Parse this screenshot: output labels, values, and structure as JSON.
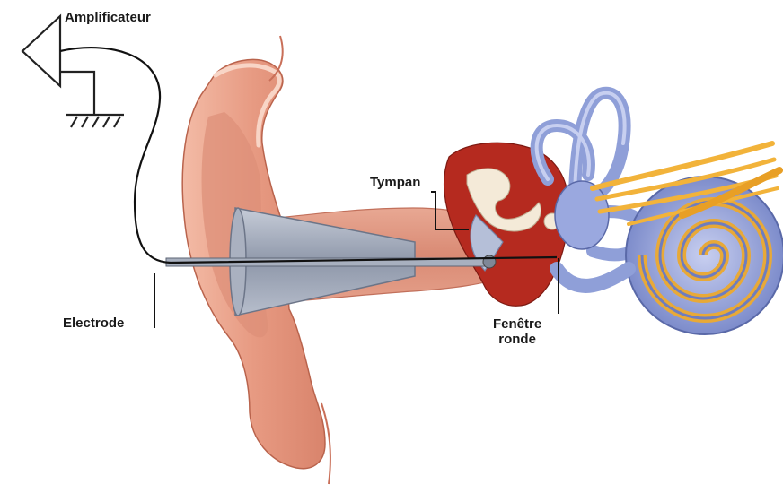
{
  "labels": {
    "amplifier": "Amplificateur",
    "eardrum": "Tympan",
    "electrode": "Electrode",
    "round_window_line1": "Fenêtre",
    "round_window_line2": "ronde"
  },
  "colors": {
    "skin": "#e9a48c",
    "skin_dark": "#c96f58",
    "skin_light": "#f6cbb9",
    "canal": "#d98a74",
    "middle_ear": "#b52a1f",
    "bone": "#f4ead8",
    "inner_ear": "#8f9fd8",
    "inner_ear_dark": "#5a69a8",
    "nerve": "#f2b33a",
    "speculum": "#9aa3b3",
    "wire": "#111111",
    "electrode_rod": "#a8b0bf"
  }
}
